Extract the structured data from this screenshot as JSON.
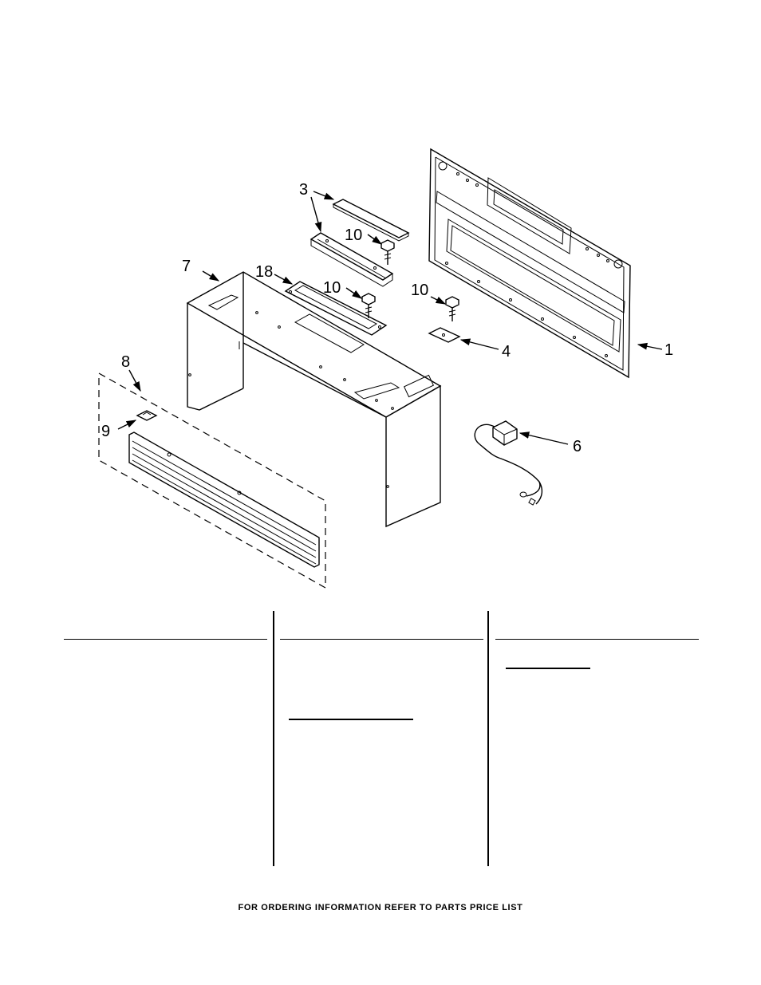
{
  "diagram": {
    "callouts": [
      {
        "id": "c1",
        "label": "1"
      },
      {
        "id": "c3",
        "label": "3"
      },
      {
        "id": "c4",
        "label": "4"
      },
      {
        "id": "c6",
        "label": "6"
      },
      {
        "id": "c7",
        "label": "7"
      },
      {
        "id": "c8",
        "label": "8"
      },
      {
        "id": "c9",
        "label": "9"
      },
      {
        "id": "c10a",
        "label": "10"
      },
      {
        "id": "c10b",
        "label": "10"
      },
      {
        "id": "c10c",
        "label": "10"
      },
      {
        "id": "c18",
        "label": "18"
      }
    ]
  },
  "footer": {
    "text": "FOR ORDERING INFORMATION REFER TO PARTS PRICE LIST"
  }
}
